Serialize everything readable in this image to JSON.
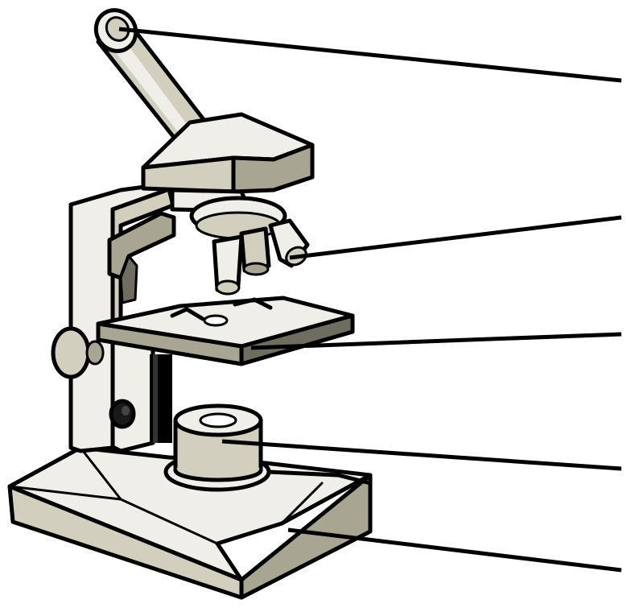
{
  "diagram": {
    "type": "labeled-illustration",
    "subject": "microscope",
    "labels": [
      {
        "id": "eyepiece",
        "text": ""
      },
      {
        "id": "objective-lens",
        "text": ""
      },
      {
        "id": "stage",
        "text": ""
      },
      {
        "id": "light-source",
        "text": ""
      },
      {
        "id": "base",
        "text": ""
      }
    ]
  },
  "colors": {
    "line": "#000000",
    "light_face": "#efeee8",
    "mid_face": "#d2cfbf",
    "dark_face": "#a9a593",
    "darkest_face": "#6f6c60",
    "background": "#ffffff"
  }
}
